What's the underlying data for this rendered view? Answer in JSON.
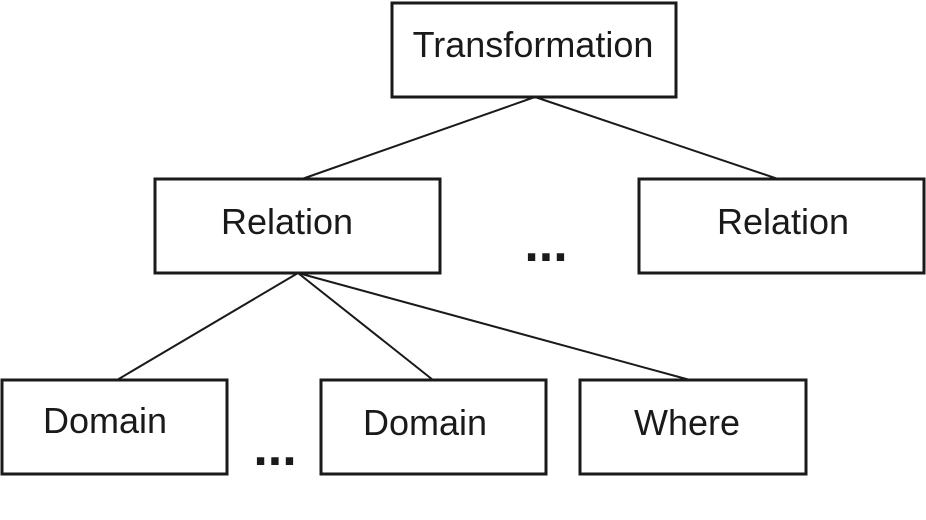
{
  "diagram": {
    "root": {
      "label": "Transformation"
    },
    "relations": [
      {
        "label": "Relation"
      },
      {
        "label": "Relation"
      }
    ],
    "relation_ellipsis": "...",
    "children": [
      {
        "label": "Domain"
      },
      {
        "label": "Domain"
      },
      {
        "label": "Where"
      }
    ],
    "domain_ellipsis": "..."
  }
}
